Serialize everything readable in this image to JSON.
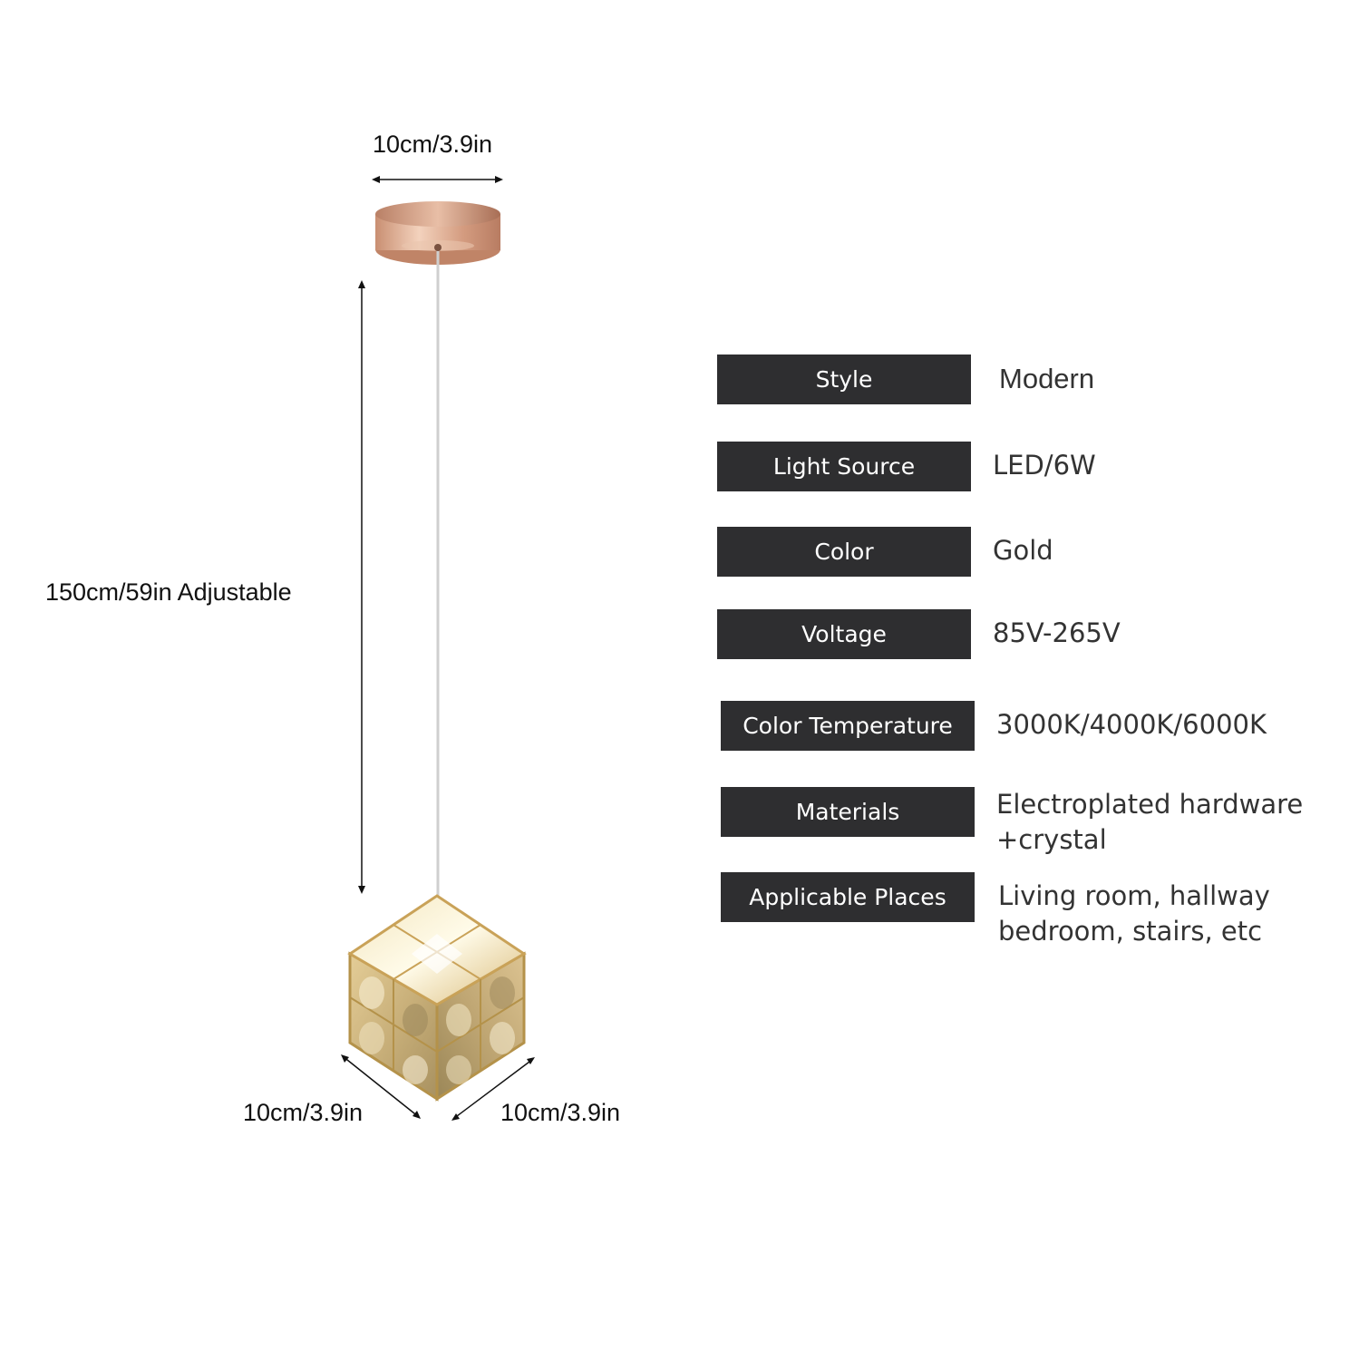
{
  "dimensions": {
    "top_width": "10cm/3.9in",
    "height": "150cm/59in Adjustable",
    "bottom_left": "10cm/3.9in",
    "bottom_right": "10cm/3.9in"
  },
  "specs": [
    {
      "label": "Style",
      "value": "Modern"
    },
    {
      "label": "Light Source",
      "value": "LED/6W"
    },
    {
      "label": "Color",
      "value": "Gold"
    },
    {
      "label": "Voltage",
      "value": "85V-265V"
    },
    {
      "label": "Color Temperature",
      "value": "3000K/4000K/6000K"
    },
    {
      "label": "Materials",
      "value": "Electroplated hardware",
      "value2": "+crystal"
    },
    {
      "label": "Applicable Places",
      "value": "Living room, hallway",
      "value2": "bedroom, stairs, etc"
    }
  ],
  "colors": {
    "label_bg": "#2e2e30",
    "canopy": "#d9a98d",
    "crystal_gold": "#d6b46a"
  }
}
